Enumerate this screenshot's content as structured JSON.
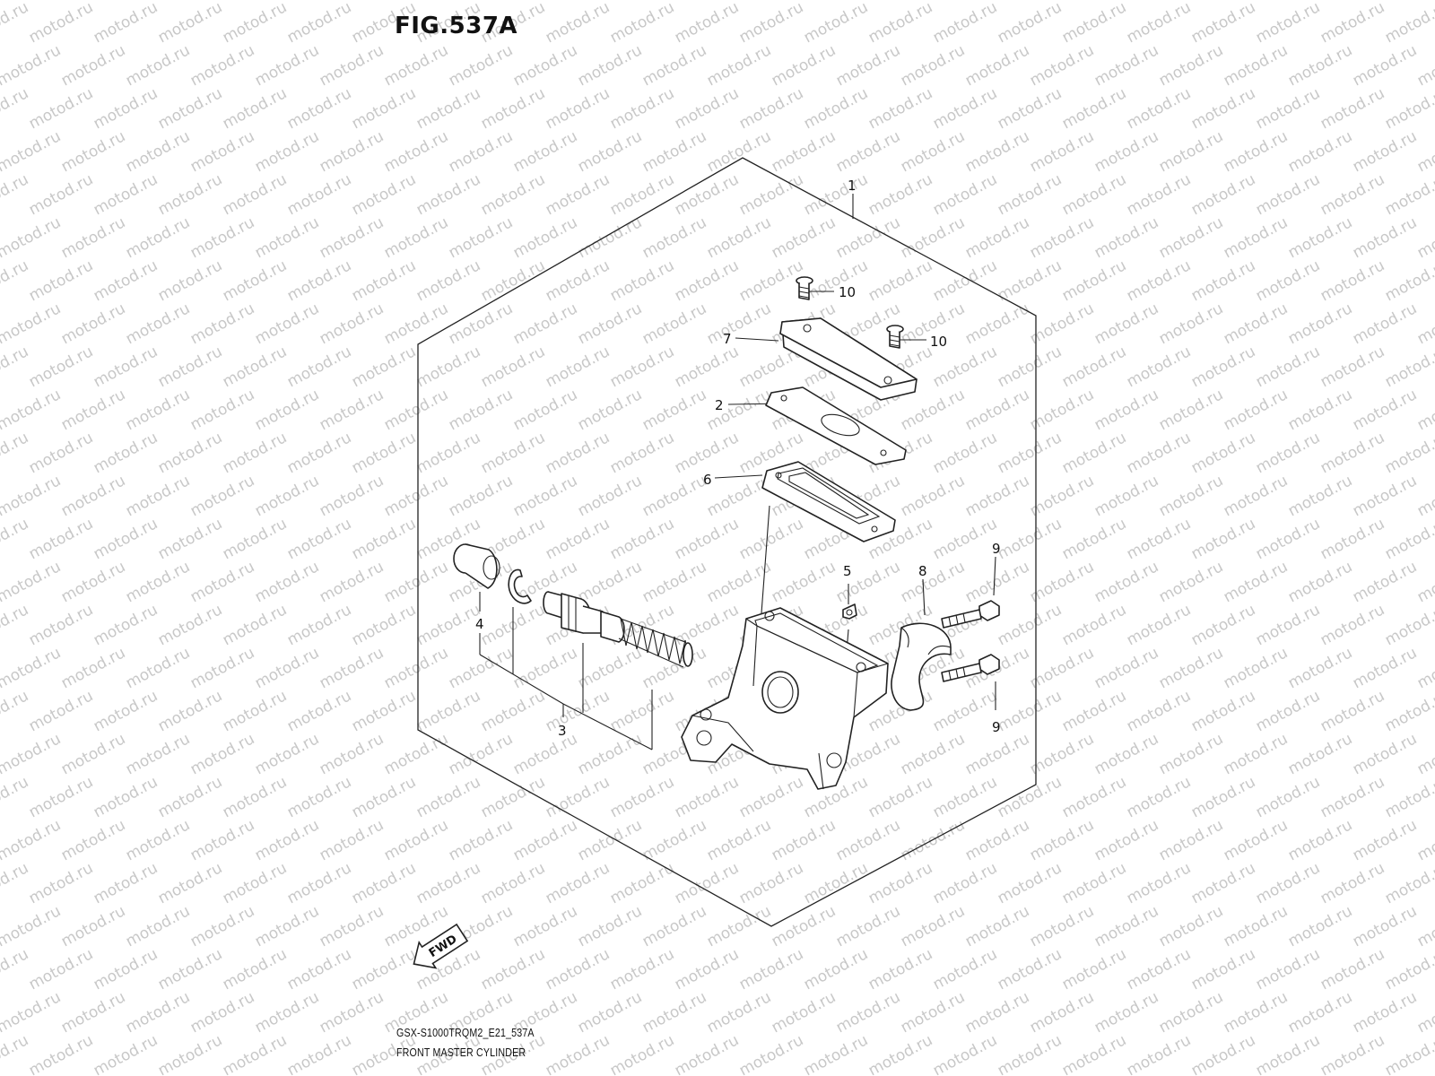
{
  "figure": {
    "title": "FIG.537A",
    "model_code": "GSX-S1000TRQM2_E21_537A",
    "name": "FRONT MASTER CYLINDER"
  },
  "watermark": {
    "text": "motod.ru",
    "color": "#c8c8c8"
  },
  "direction_marker": {
    "text": "FWD"
  },
  "callouts": [
    {
      "id": "callout-1",
      "label": "1",
      "part": "front-master-cylinder-assembly"
    },
    {
      "id": "callout-10a",
      "label": "10",
      "part": "cap-screw"
    },
    {
      "id": "callout-10b",
      "label": "10",
      "part": "cap-screw"
    },
    {
      "id": "callout-7",
      "label": "7",
      "part": "reservoir-cap"
    },
    {
      "id": "callout-2",
      "label": "2",
      "part": "diaphragm-plate"
    },
    {
      "id": "callout-6",
      "label": "6",
      "part": "diaphragm"
    },
    {
      "id": "callout-5",
      "label": "5",
      "part": "small-clip"
    },
    {
      "id": "callout-8",
      "label": "8",
      "part": "holder"
    },
    {
      "id": "callout-9a",
      "label": "9",
      "part": "holder-bolt"
    },
    {
      "id": "callout-9b",
      "label": "9",
      "part": "holder-bolt"
    },
    {
      "id": "callout-4",
      "label": "4",
      "part": "boot"
    },
    {
      "id": "callout-3",
      "label": "3",
      "part": "piston-cup-set"
    }
  ]
}
